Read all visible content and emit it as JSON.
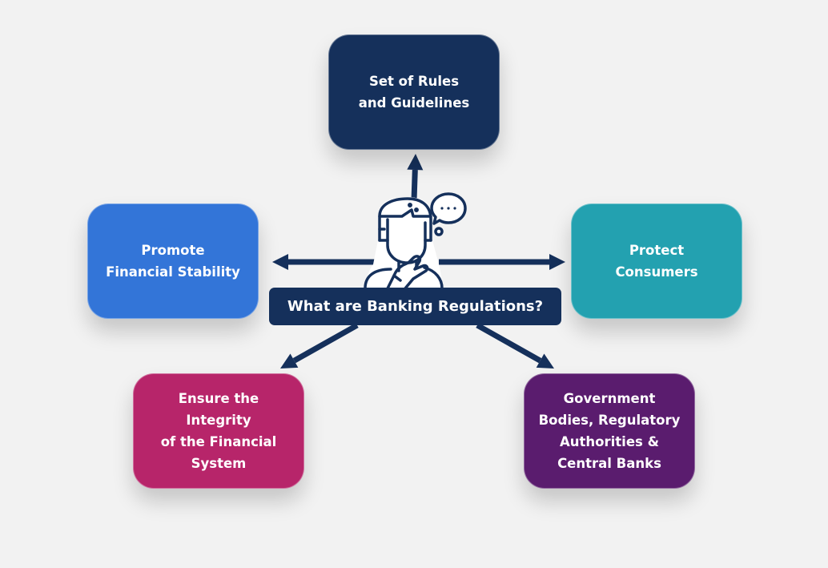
{
  "title": "What are Banking Regulations?",
  "boxes": {
    "top": {
      "text": "Set of Rules\nand Guidelines",
      "color": "#15305b"
    },
    "left": {
      "text": "Promote\nFinancial Stability",
      "color": "#3375d8"
    },
    "right": {
      "text": "Protect\nConsumers",
      "color": "#23a1b0"
    },
    "bottom_left": {
      "text": "Ensure the Integrity\nof the Financial\nSystem",
      "color": "#b7256a"
    },
    "bottom_right": {
      "text": "Government\nBodies, Regulatory\nAuthorities &\nCentral Banks",
      "color": "#5a1c6e"
    }
  },
  "colors": {
    "connector": "#15305b",
    "background": "#f2f2f2"
  },
  "icons": {
    "center": "thinking-person-icon"
  }
}
